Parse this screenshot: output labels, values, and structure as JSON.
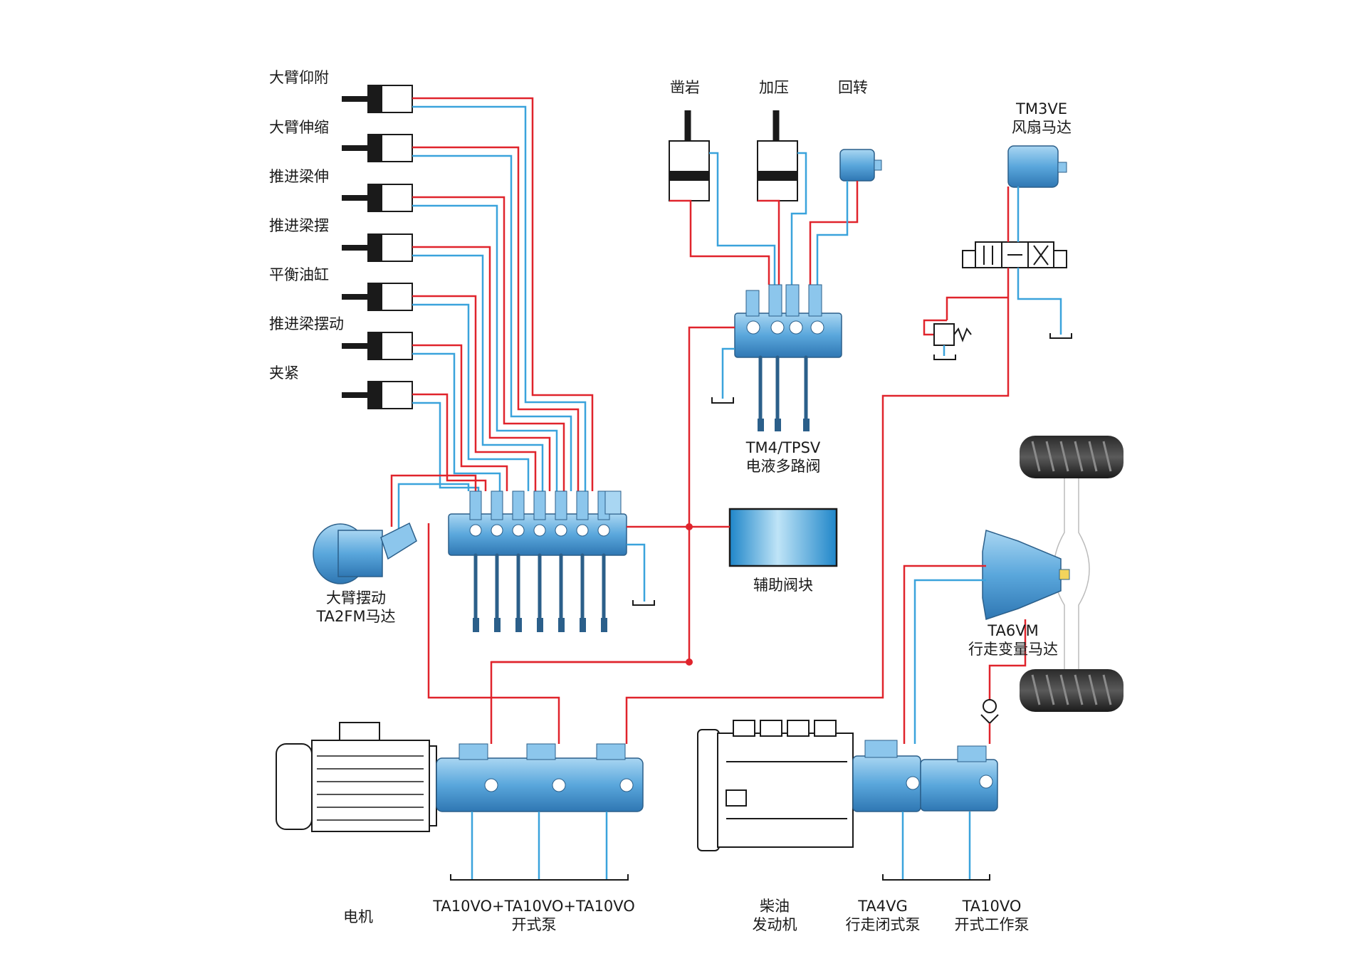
{
  "cylinders_left": {
    "labels": [
      "大臂仰附",
      "大臂伸缩",
      "推进梁伸",
      "推进梁摆",
      "平衡油缸",
      "推进梁摆动",
      "夹紧"
    ]
  },
  "top_actuators": {
    "drill_label": "凿岩",
    "press_label": "加压",
    "rotate_label": "回转"
  },
  "fan_motor": {
    "line1": "TM3VE",
    "line2": "风扇马达"
  },
  "tm4_valve": {
    "line1": "TM4/TPSV",
    "line2": "电液多路阀"
  },
  "aux_block": {
    "label": "辅助阀块"
  },
  "boom_motor": {
    "line1": "大臂摆动",
    "line2": "TA2FM马达"
  },
  "travel_motor": {
    "line1": "TA6VM",
    "line2": "行走变量马达"
  },
  "bottom": {
    "motor_label": "电机",
    "pump_set_line1": "TA10VO+TA10VO+TA10VO",
    "pump_set_line2": "开式泵",
    "diesel_line1": "柴油",
    "diesel_line2": "发动机",
    "ta4vg_line1": "TA4VG",
    "ta4vg_line2": "行走闭式泵",
    "ta10vo_line1": "TA10VO",
    "ta10vo_line2": "开式工作泵"
  },
  "colors": {
    "pressure_line": "#e0242c",
    "return_line": "#3aa3dc",
    "component_blue": "#6fb3e0",
    "component_dark": "#2b5f8a",
    "black": "#1a1a1a"
  }
}
